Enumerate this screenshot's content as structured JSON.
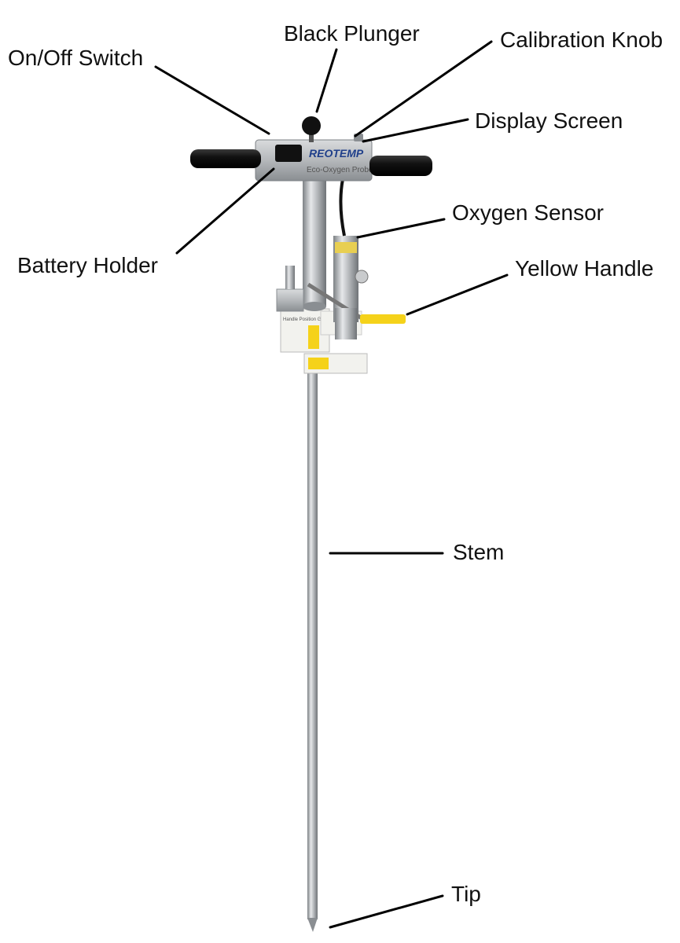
{
  "labels": {
    "on_off_switch": "On/Off Switch",
    "black_plunger": "Black Plunger",
    "calibration_knob": "Calibration Knob",
    "display_screen": "Display Screen",
    "oxygen_sensor": "Oxygen Sensor",
    "battery_holder": "Battery Holder",
    "yellow_handle": "Yellow Handle",
    "stem": "Stem",
    "tip": "Tip"
  },
  "device": {
    "brand": "REOTEMP",
    "model": "Eco-Oxygen Probe",
    "guide_label": "Handle Position Guide"
  },
  "colors": {
    "handle_grip": "#1a1a1a",
    "body_metal": "#b9bcbf",
    "accent_yellow": "#f5d21a",
    "leader_line": "#000000"
  }
}
